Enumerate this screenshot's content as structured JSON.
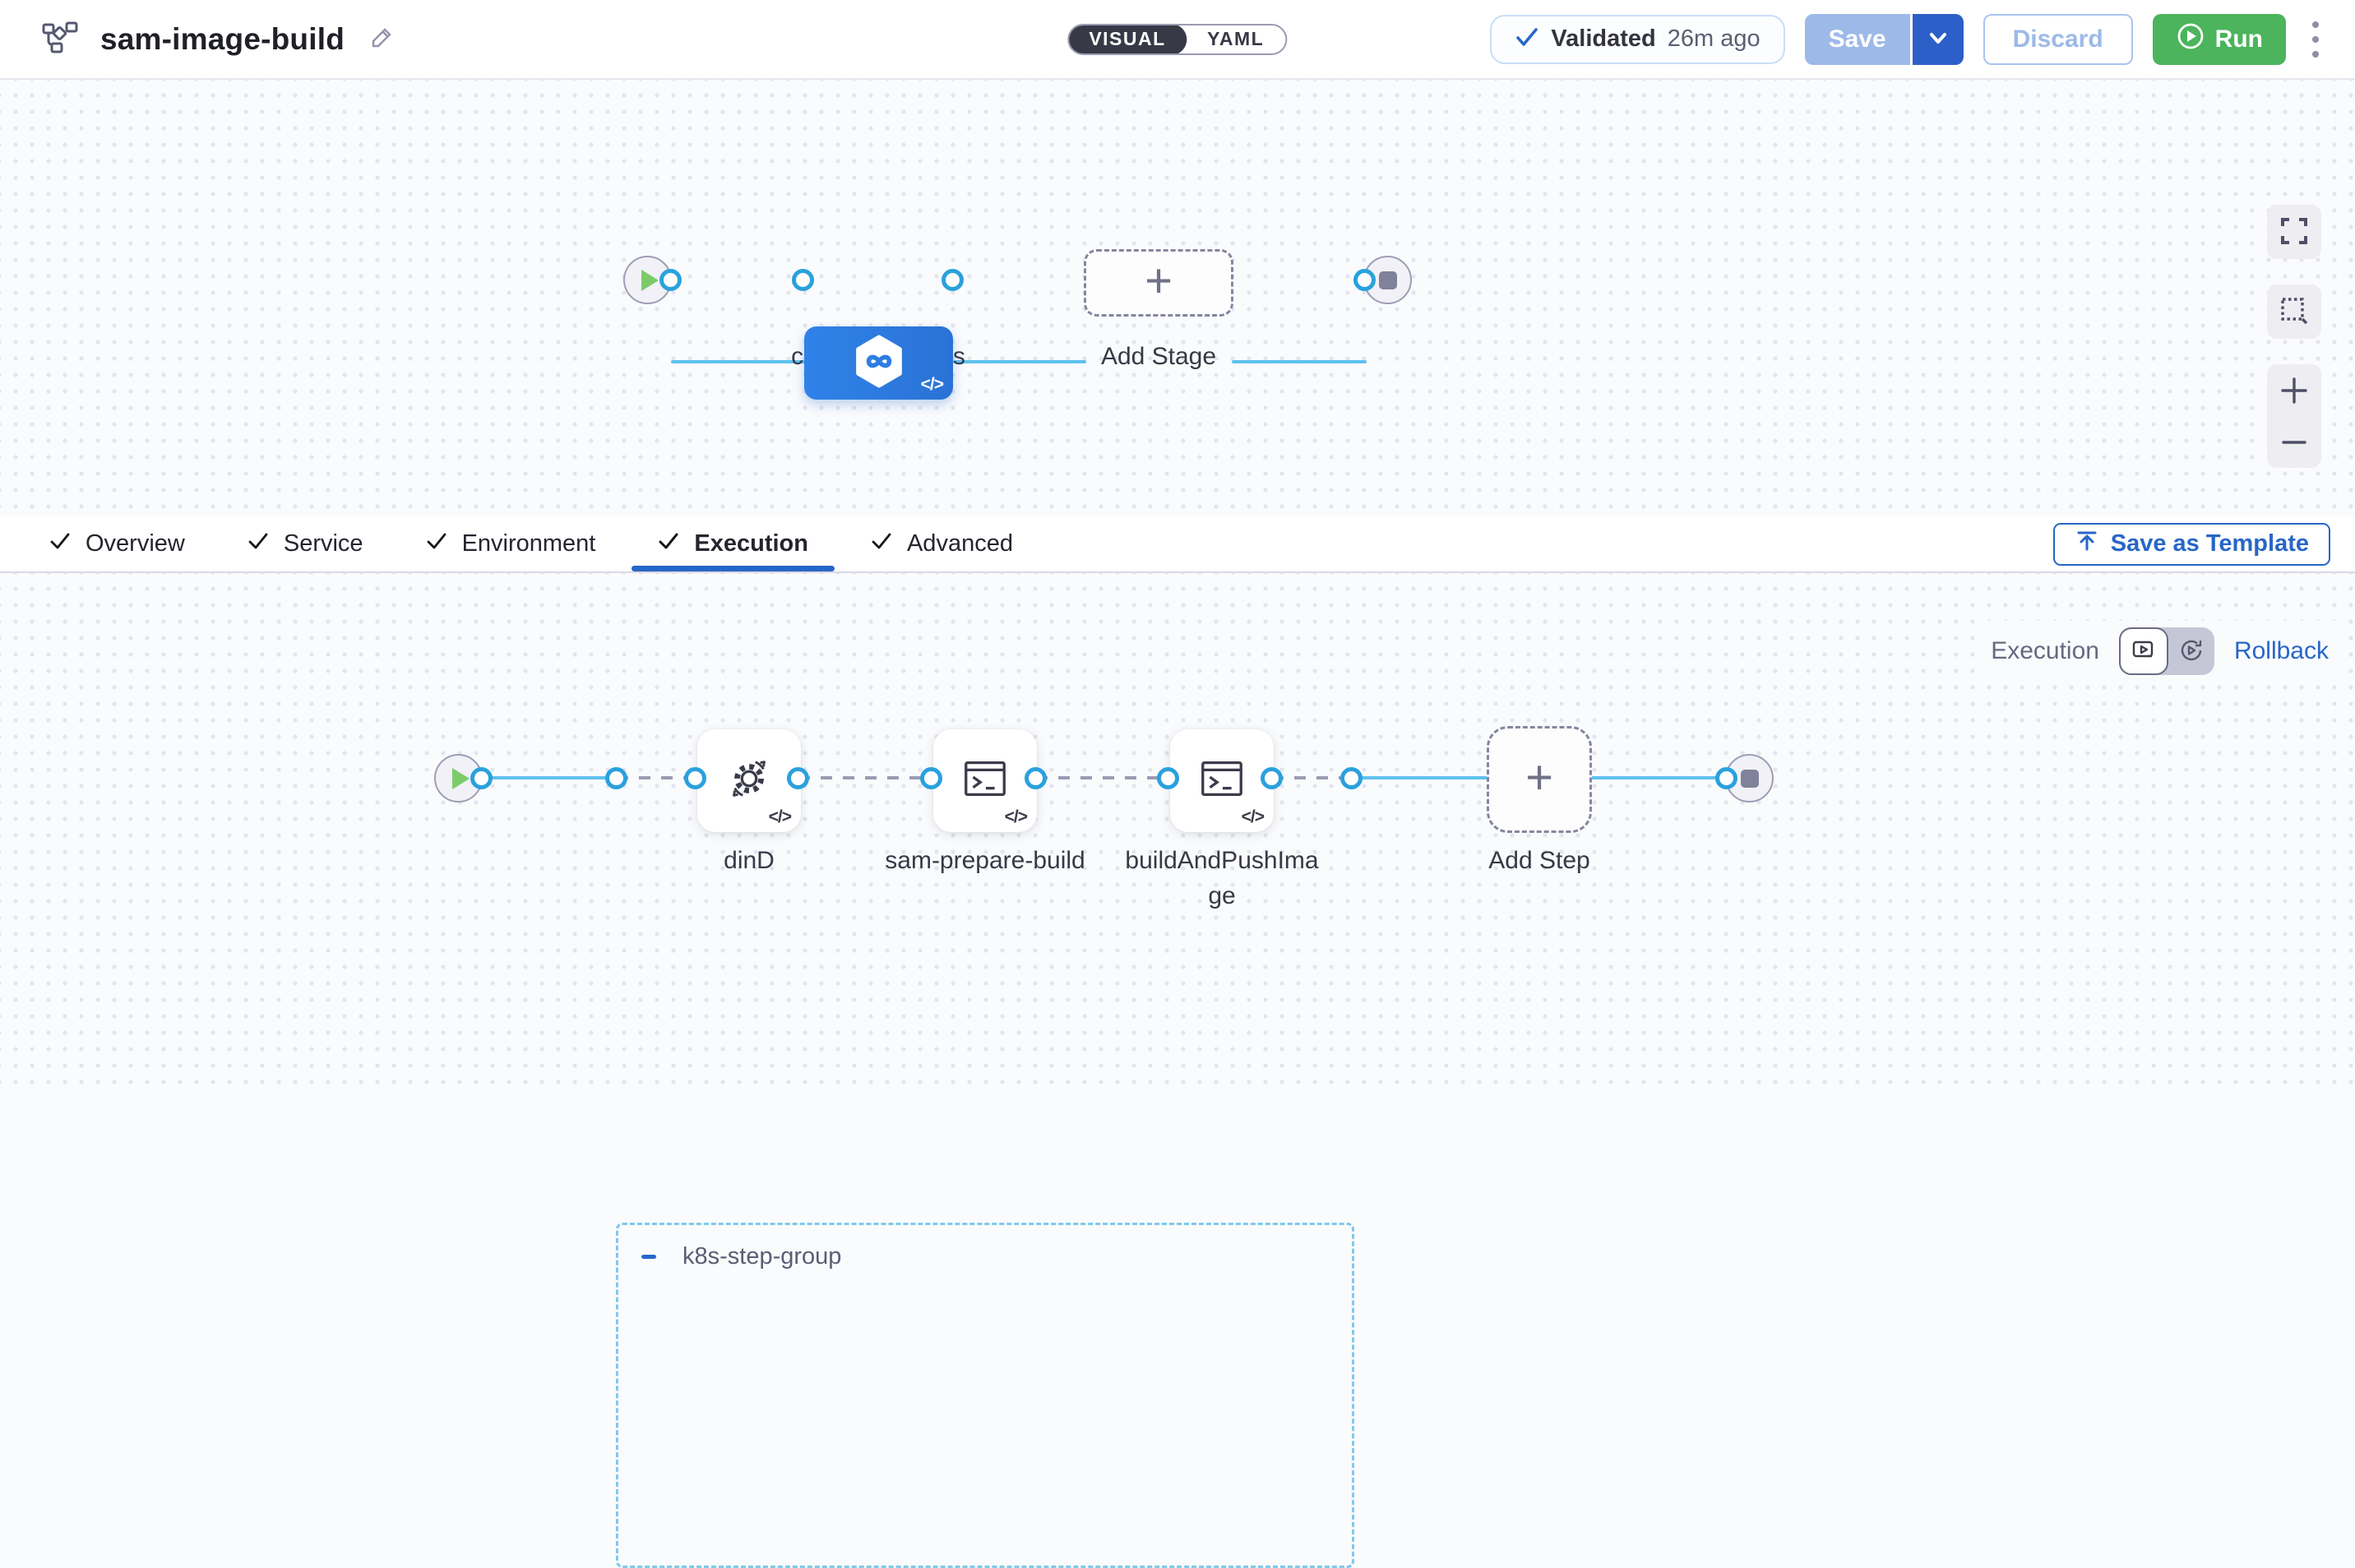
{
  "header": {
    "title": "sam-image-build",
    "mode_toggle": {
      "visual": "VISUAL",
      "yaml": "YAML"
    },
    "validated": {
      "label": "Validated",
      "time": "26m ago"
    },
    "save_label": "Save",
    "discard_label": "Discard",
    "run_label": "Run"
  },
  "stage_canvas": {
    "stage_label": "combineImages",
    "add_stage_label": "Add Stage"
  },
  "tabs": {
    "items": [
      {
        "label": "Overview"
      },
      {
        "label": "Service"
      },
      {
        "label": "Environment"
      },
      {
        "label": "Execution"
      },
      {
        "label": "Advanced"
      }
    ],
    "active": "Execution",
    "save_as_template_label": "Save as Template"
  },
  "execution": {
    "mode_label": "Execution",
    "rollback_label": "Rollback",
    "group_label": "k8s-step-group",
    "steps": [
      {
        "label": "dinD"
      },
      {
        "label": "sam-prepare-build"
      },
      {
        "label": "buildAndPushImage"
      }
    ],
    "add_step_label": "Add Step"
  },
  "nodes": {
    "code_badge": "</>"
  },
  "colors": {
    "accent_blue": "#2766c8",
    "stage_node_blue": "#2e7de2",
    "wire_blue": "#5ec1ef",
    "port_blue": "#2aa1dd",
    "run_green": "#4bb45c",
    "save_disabled_blue": "#9db9e8",
    "save_caret_blue": "#2c5fc7",
    "group_border_blue": "#7ccaec",
    "toggle_dark": "#383946"
  }
}
